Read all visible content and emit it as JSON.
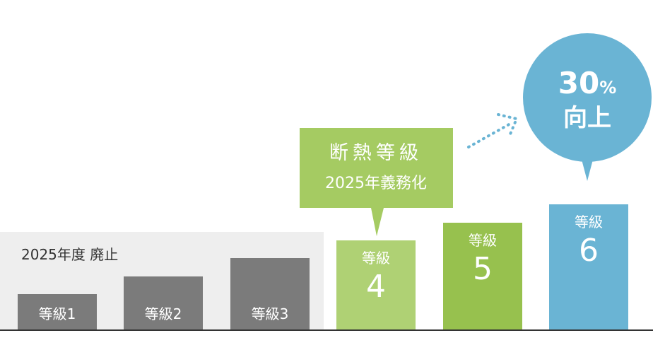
{
  "chart_data": {
    "type": "bar",
    "categories": [
      "等級1",
      "等級2",
      "等級3",
      "等級4",
      "等級5",
      "等級6"
    ],
    "values": [
      1,
      2,
      3,
      4,
      5,
      6
    ],
    "bars": [
      {
        "prefix": "等級",
        "grade": "1",
        "status": "abolished",
        "color": "#7b7b7b"
      },
      {
        "prefix": "等級",
        "grade": "2",
        "status": "abolished",
        "color": "#7b7b7b"
      },
      {
        "prefix": "等級",
        "grade": "3",
        "status": "abolished",
        "color": "#7b7b7b"
      },
      {
        "prefix": "等級",
        "grade": "4",
        "status": "mandatory",
        "color": "#afd174"
      },
      {
        "prefix": "等級",
        "grade": "5",
        "status": "standard",
        "color": "#97c14e"
      },
      {
        "prefix": "等級",
        "grade": "6",
        "status": "improved",
        "color": "#6ab4d4"
      }
    ],
    "abolished_zone": {
      "label": "2025年度 廃止",
      "color": "#eeeeee"
    },
    "mandatory_callout": {
      "title": "断熱等級",
      "subtitle": "2025年義務化",
      "color": "#a5cb62"
    },
    "improvement_callout": {
      "value": "30",
      "unit": "%",
      "label": "向上",
      "color": "#6ab4d4"
    },
    "arrow_color": "#6ab4d4",
    "baseline_color": "#333333"
  }
}
